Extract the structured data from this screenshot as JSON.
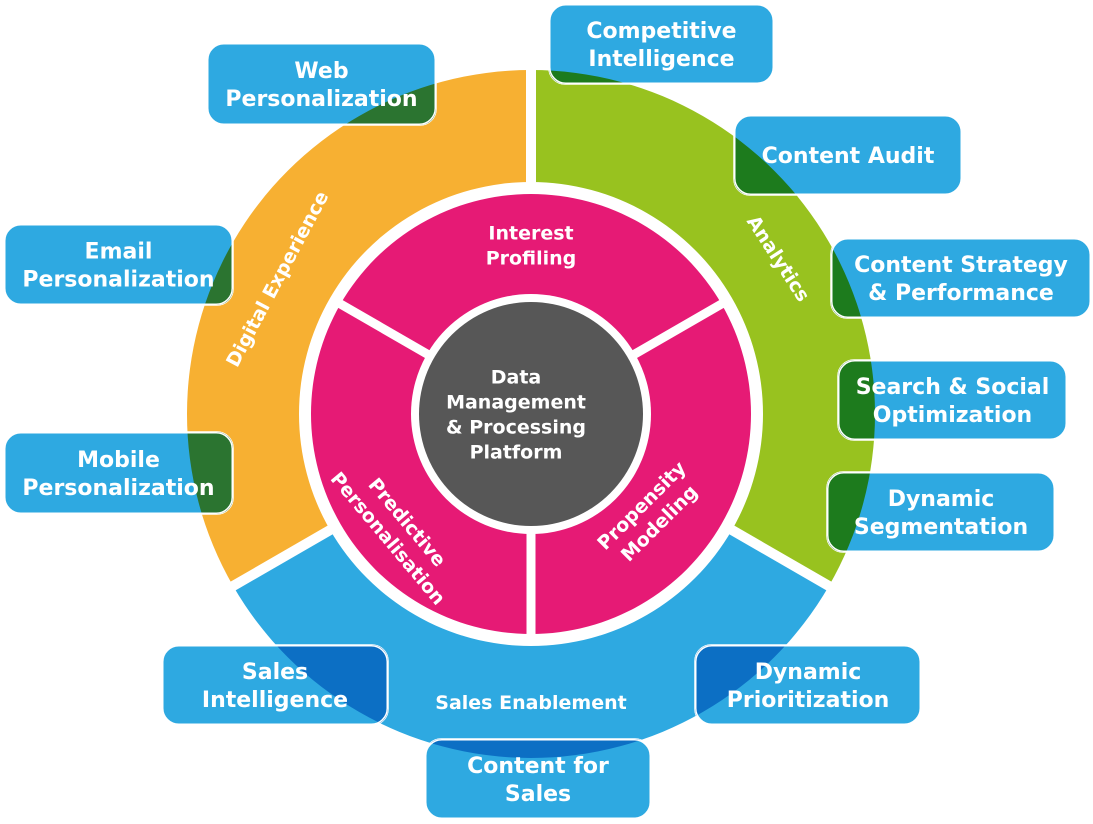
{
  "colors": {
    "digital_experience": "#f7b032",
    "analytics": "#98c21f",
    "sales_enablement": "#2ea9e1",
    "inner_ring": "#e61a75",
    "center": "#575757",
    "box": "#2ea9e1",
    "box_overlap_green": "#1d7b1d",
    "box_overlap_orange": "#2b7430",
    "box_overlap_blue": "#0c6fc4",
    "divider": "#ffffff"
  },
  "center": {
    "lines": [
      "Data",
      "Management",
      "& Processing",
      "Platform"
    ]
  },
  "inner_segments": [
    {
      "name": "interest-profiling",
      "lines": [
        "Interest",
        "Profiling"
      ]
    },
    {
      "name": "propensity-modeling",
      "lines": [
        "Propensity",
        "Modeling"
      ]
    },
    {
      "name": "predictive-personalisation",
      "lines": [
        "Predictive",
        "Personalisation"
      ]
    }
  ],
  "outer_segments": [
    {
      "name": "analytics",
      "label": "Analytics"
    },
    {
      "name": "sales-enablement",
      "label": "Sales Enablement"
    },
    {
      "name": "digital-experience",
      "label": "Digital Experience"
    }
  ],
  "boxes": [
    {
      "name": "competitive-intelligence",
      "segment": "analytics",
      "lines": [
        "Competitive",
        "Intelligence"
      ]
    },
    {
      "name": "content-audit",
      "segment": "analytics",
      "lines": [
        "Content Audit"
      ]
    },
    {
      "name": "content-strategy-performance",
      "segment": "analytics",
      "lines": [
        "Content Strategy",
        "& Performance"
      ]
    },
    {
      "name": "search-social-optimization",
      "segment": "analytics",
      "lines": [
        "Search & Social",
        "Optimization"
      ]
    },
    {
      "name": "dynamic-segmentation",
      "segment": "analytics",
      "lines": [
        "Dynamic",
        "Segmentation"
      ]
    },
    {
      "name": "dynamic-prioritization",
      "segment": "sales-enablement",
      "lines": [
        "Dynamic",
        "Prioritization"
      ]
    },
    {
      "name": "content-for-sales",
      "segment": "sales-enablement",
      "lines": [
        "Content for",
        "Sales"
      ]
    },
    {
      "name": "sales-intelligence",
      "segment": "sales-enablement",
      "lines": [
        "Sales",
        "Intelligence"
      ]
    },
    {
      "name": "mobile-personalization",
      "segment": "digital-experience",
      "lines": [
        "Mobile",
        "Personalization"
      ]
    },
    {
      "name": "email-personalization",
      "segment": "digital-experience",
      "lines": [
        "Email",
        "Personalization"
      ]
    },
    {
      "name": "web-personalization",
      "segment": "digital-experience",
      "lines": [
        "Web",
        "Personalization"
      ]
    }
  ]
}
